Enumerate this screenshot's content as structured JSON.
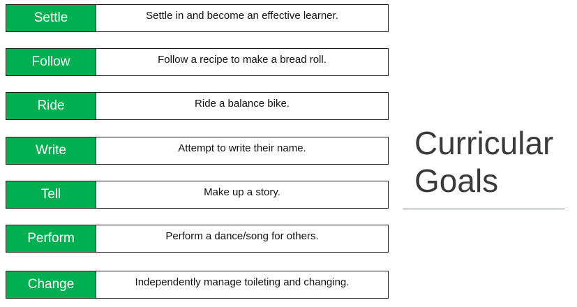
{
  "goals": [
    {
      "tag": "Settle",
      "text": "Settle in and become an effective learner."
    },
    {
      "tag": "Follow",
      "text": "Follow a recipe to make a bread roll."
    },
    {
      "tag": "Ride",
      "text": "Ride a balance bike."
    },
    {
      "tag": "Write",
      "text": "Attempt to write their name."
    },
    {
      "tag": "Tell",
      "text": "Make up a story."
    },
    {
      "tag": "Perform",
      "text": "Perform a dance/song for others."
    },
    {
      "tag": "Change",
      "text": "Independently manage toileting and changing."
    }
  ],
  "title": {
    "line1": "Curricular",
    "line2": "Goals"
  },
  "colors": {
    "tag_green": "#00b050",
    "rule": "#6b7c8c"
  }
}
